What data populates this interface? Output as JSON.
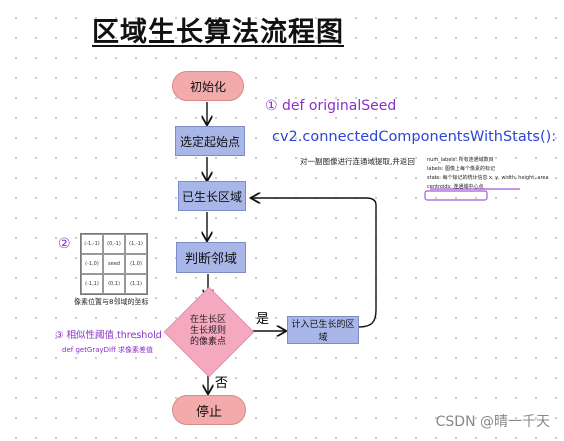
{
  "title": "区域生长算法流程图",
  "nodes": {
    "init": "初始化",
    "seed": "选定起始点",
    "grow": "已生长区域",
    "judge": "判断邻域",
    "cond": "在生长区\n生长规则\n的像素点",
    "add": "计入已生长的区域",
    "stop": "停止"
  },
  "edge_labels": {
    "yes": "是",
    "no": "否"
  },
  "notes": {
    "n1_title": "① def originalSeed",
    "n1_code": "cv2.connectedComponentsWithStats():",
    "n1_desc": "对一副图像进行连通域提取,并返回",
    "n1_ret": [
      "num_labels: 所有连通域数目",
      "labels: 图像上每个像素的标记",
      "stats: 每个标记的统计信息 x, y, width, height, area",
      "centroids: 连通域中心点"
    ],
    "n2_num": "②",
    "n2_caption": "像素位置与8邻域的坐标",
    "n3": "③ 相似性阈值 threshold",
    "n3_sub": "def getGrayDiff 求像素差值"
  },
  "grid_cells": [
    "(-1,-1)",
    "(0,-1)",
    "(1,-1)",
    "(-1,0)",
    "seed",
    "(1,0)",
    "(-1,1)",
    "(0,1)",
    "(1,1)"
  ],
  "watermark": "CSDN @晴一千天",
  "colors": {
    "pill": "#f2aaab",
    "rect": "#a9b7e8",
    "diamond": "#f4a9c0",
    "note_purple": "#8b2fc9",
    "note_blue": "#2c46d6"
  }
}
